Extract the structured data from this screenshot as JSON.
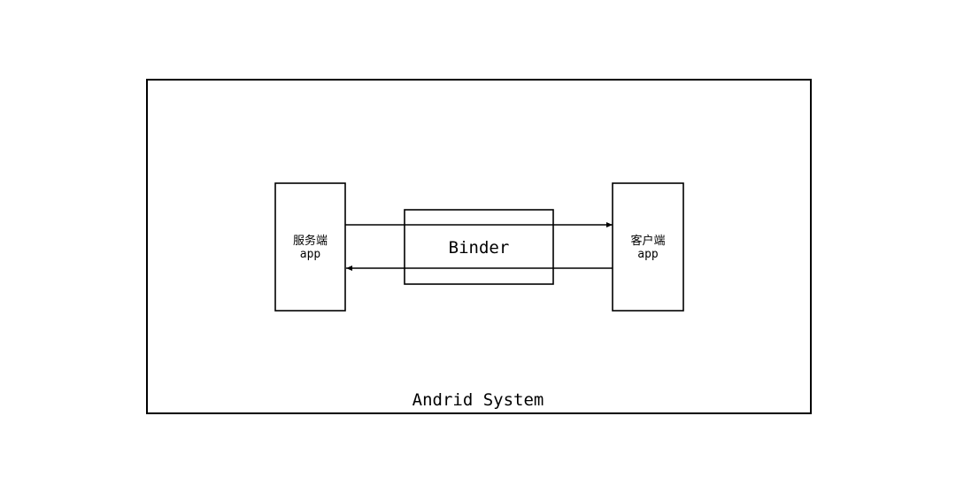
{
  "diagram": {
    "system": {
      "label": "Andrid System"
    },
    "server": {
      "line1": "服务端",
      "line2": "app"
    },
    "client": {
      "line1": "客户端",
      "line2": "app"
    },
    "binder": {
      "label": "Binder"
    },
    "edges": [
      {
        "from": "server",
        "to": "client",
        "style": "arrow"
      },
      {
        "from": "client",
        "to": "server",
        "style": "arrow"
      }
    ]
  },
  "colors": {
    "stroke": "#000000",
    "background": "#ffffff"
  }
}
